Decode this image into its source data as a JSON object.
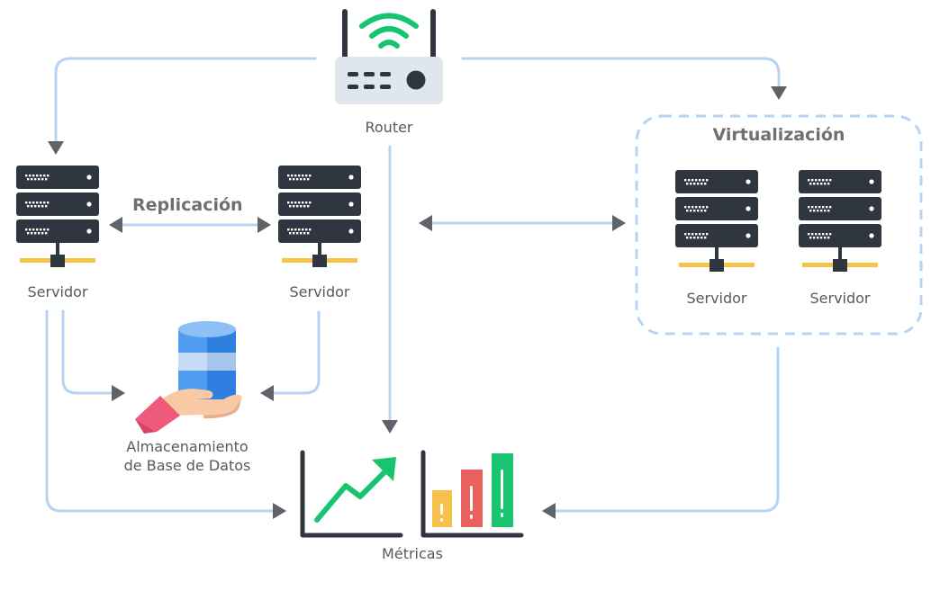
{
  "nodes": {
    "router": {
      "label": "Router"
    },
    "server_left": {
      "label": "Servidor"
    },
    "server_middle": {
      "label": "Servidor"
    },
    "virtualization": {
      "title": "Virtualización",
      "servers": [
        {
          "label": "Servidor"
        },
        {
          "label": "Servidor"
        }
      ]
    },
    "storage": {
      "line1": "Almacenamiento",
      "line2": "de Base de Datos"
    },
    "metrics": {
      "label": "Métricas"
    }
  },
  "edges": {
    "replication": {
      "label": "Replicación"
    }
  },
  "colors": {
    "connector": "#b7d3f2",
    "arrowhead": "#5f6368",
    "server_body": "#2f3640",
    "network_bar": "#f5c24a",
    "wifi": "#19c46e",
    "trend_arrow": "#19c46e",
    "bar_1": "#f7c04a",
    "bar_2": "#e8615f",
    "bar_3": "#19c46e",
    "database": "#3d8ee8",
    "hand": "#f8c9a4",
    "sleeve": "#ef5a7c"
  },
  "icons": [
    "router-icon",
    "server-icon",
    "database-icon",
    "hand-icon",
    "trend-chart-icon",
    "bar-chart-icon"
  ]
}
